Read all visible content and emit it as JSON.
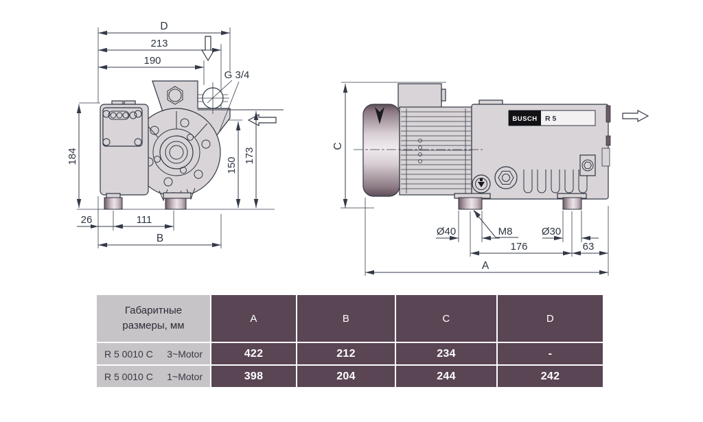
{
  "drawing": {
    "front_view": {
      "dim_d": "D",
      "dim_213": "213",
      "dim_190": "190",
      "port_thread": "G 3/4",
      "dim_184": "184",
      "dim_150": "150",
      "dim_173": "173",
      "dim_26": "26",
      "dim_111": "111",
      "dim_b": "B"
    },
    "side_view": {
      "dim_c": "C",
      "brand": "BUSCH",
      "model": "R 5",
      "dim_foot_front": "Ø40",
      "thread": "M8",
      "dim_foot_rear": "Ø30",
      "dim_176": "176",
      "dim_63": "63",
      "dim_a": "A"
    }
  },
  "table": {
    "header": {
      "line1": "Габаритные",
      "line2": "размеры, мм"
    },
    "columns": [
      "A",
      "B",
      "C",
      "D"
    ],
    "rows": [
      {
        "model": "R 5 0010 C",
        "motor": "3~Motor",
        "values": [
          "422",
          "212",
          "234",
          "-"
        ]
      },
      {
        "model": "R 5 0010 C",
        "motor": "1~Motor",
        "values": [
          "398",
          "204",
          "244",
          "242"
        ]
      }
    ],
    "colors": {
      "header_bg": "#5a4554",
      "label_bg": "#c6c4c7",
      "value_text": "#ffffff"
    }
  }
}
